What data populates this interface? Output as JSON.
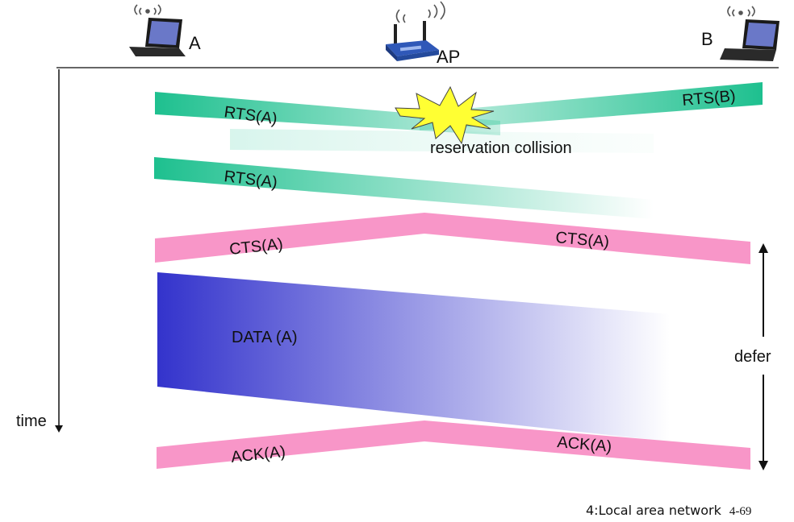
{
  "nodes": [
    {
      "id": "A",
      "label": "A",
      "icon": "laptop-icon"
    },
    {
      "id": "AP",
      "label": "AP",
      "icon": "wireless-router-icon"
    },
    {
      "id": "B",
      "label": "B",
      "icon": "laptop-icon"
    }
  ],
  "axis": {
    "time_label": "time"
  },
  "messages": {
    "rts_a_1": "RTS(A)",
    "rts_b": "RTS(B)",
    "collision": "reservation collision",
    "rts_a_2": "RTS(A)",
    "cts_left": "CTS(A)",
    "cts_right": "CTS(A)",
    "data": "DATA (A)",
    "ack_left": "ACK(A)",
    "ack_right": "ACK(A)"
  },
  "defer_label": "defer",
  "footer": {
    "title": "4:Local area network",
    "page": "4-69"
  },
  "colors": {
    "rts": "#1ec08f",
    "cts_ack": "#f896c8",
    "data": "#3333cc",
    "collision_burst": "#ffff33"
  }
}
